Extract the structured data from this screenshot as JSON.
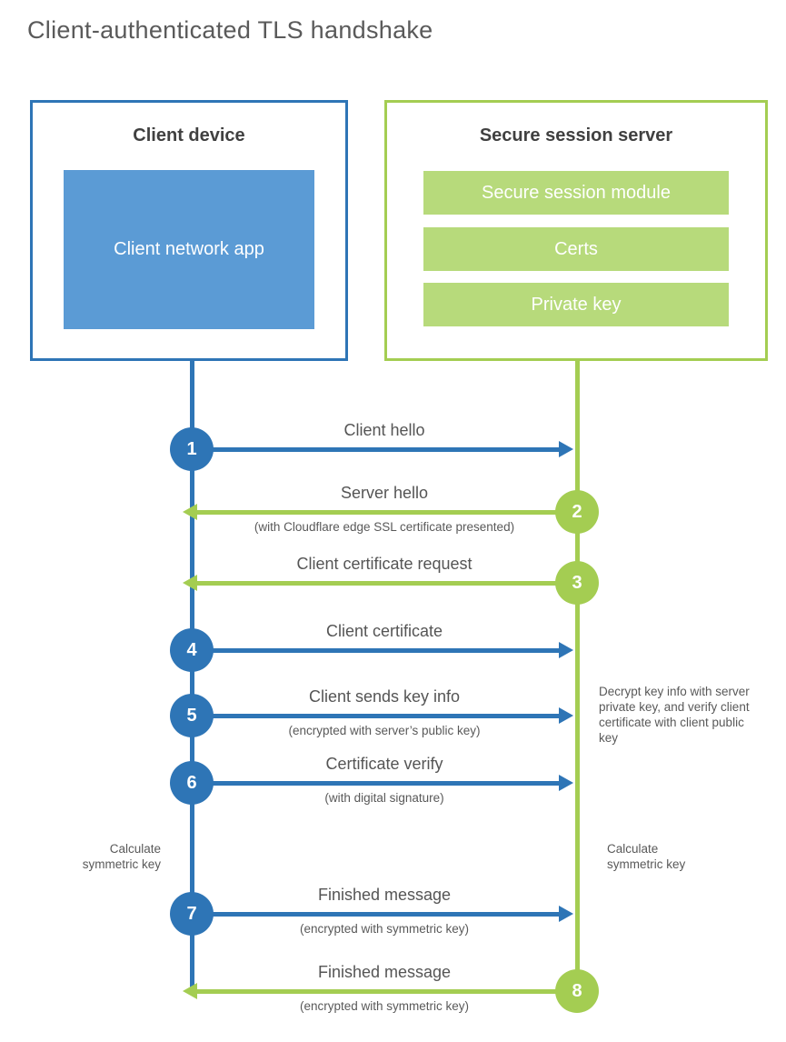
{
  "title": "Client-authenticated TLS handshake",
  "colors": {
    "client_accent": "#2e75b6",
    "client_fill": "#5b9bd5",
    "server_accent": "#a4cd52",
    "server_fill": "#b7da7b"
  },
  "client": {
    "title": "Client device",
    "app_label": "Client network app"
  },
  "server": {
    "title": "Secure session server",
    "modules": [
      "Secure session module",
      "Certs",
      "Private key"
    ]
  },
  "steps": [
    {
      "number": "1",
      "from": "client",
      "direction": "client-to-server",
      "label": "Client hello",
      "sublabel": ""
    },
    {
      "number": "2",
      "from": "server",
      "direction": "server-to-client",
      "label": "Server hello",
      "sublabel": "(with Cloudflare edge SSL certificate presented)"
    },
    {
      "number": "3",
      "from": "server",
      "direction": "server-to-client",
      "label": "Client certificate request",
      "sublabel": ""
    },
    {
      "number": "4",
      "from": "client",
      "direction": "client-to-server",
      "label": "Client certificate",
      "sublabel": ""
    },
    {
      "number": "5",
      "from": "client",
      "direction": "client-to-server",
      "label": "Client sends key info",
      "sublabel": "(encrypted with server’s public key)"
    },
    {
      "number": "6",
      "from": "client",
      "direction": "client-to-server",
      "label": "Certificate verify",
      "sublabel": "(with digital signature)"
    },
    {
      "number": "7",
      "from": "client",
      "direction": "client-to-server",
      "label": "Finished message",
      "sublabel": "(encrypted with symmetric key)"
    },
    {
      "number": "8",
      "from": "server",
      "direction": "server-to-client",
      "label": "Finished message",
      "sublabel": "(encrypted with symmetric key)"
    }
  ],
  "annotations": {
    "calculate_left": "Calculate symmetric key",
    "calculate_right": "Calculate symmetric key",
    "decrypt_note": "Decrypt key info with server private key, and verify client certificate with client public key"
  }
}
